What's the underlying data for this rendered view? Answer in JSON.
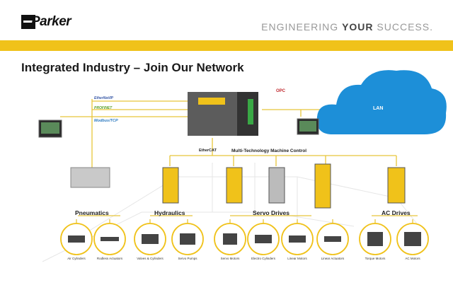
{
  "header": {
    "logo_text": "Parker",
    "tagline_pre": "ENGINEERING ",
    "tagline_bold": "YOUR",
    "tagline_post": " SUCCESS."
  },
  "title": "Integrated Industry – Join Our Network",
  "protocols": [
    "EtherNet/IP",
    "PROFINET",
    "Modbus/TCP"
  ],
  "opc_label": "OPC",
  "cloud_label": "LAN",
  "ethercat_label": "EtherCAT",
  "control_label": "Multi-Technology Machine Control",
  "categories": [
    "Pneumatics",
    "Hydraulics",
    "Servo Drives",
    "AC Drives"
  ],
  "devices": [
    "Air Cylinders",
    "Rodless Actuators",
    "Valves & Cylinders",
    "Servo Pumps",
    "Servo Motors",
    "Electro Cylinders",
    "Linear Motors",
    "Linear Actuators",
    "Torque Motors",
    "AC Motors"
  ],
  "colors": {
    "accent": "#f0c21a",
    "line": "#e8c53a",
    "cloud": "#1d8fd8"
  }
}
